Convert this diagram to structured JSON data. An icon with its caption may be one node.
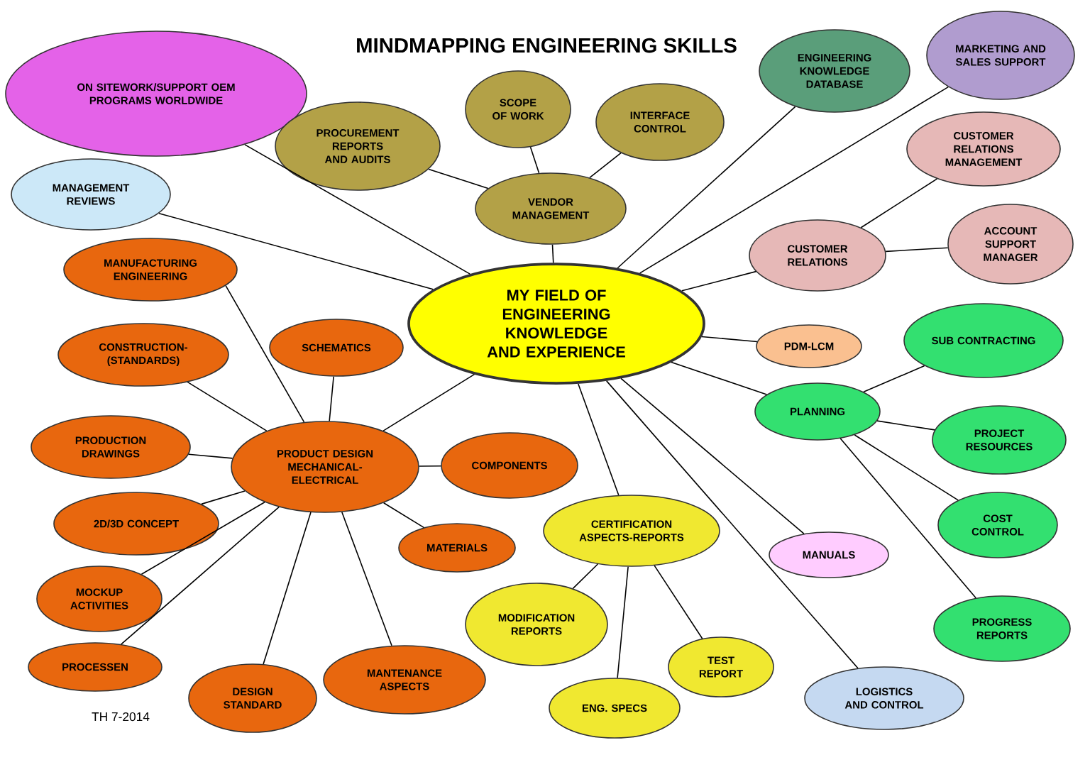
{
  "diagram": {
    "title": "MINDMAPPING ENGINEERING SKILLS",
    "nodes": [
      {
        "text": [
          "MY FIELD OF ENGINEERING KNOWLEDGE AND EXPERIENCE"
        ]
      },
      {
        "text": [
          "ON SITEWORK/SUPPORT OEM PROGRAMS WORLDWIDE"
        ]
      },
      {
        "text": [
          "MANAGEMENT REVIEWS"
        ]
      },
      {
        "text": [
          "PROCUREMENT REPORTS AND AUDITS"
        ]
      },
      {
        "text": [
          "SCOPE OF WORK"
        ]
      },
      {
        "text": [
          "INTERFACE CONTROL"
        ]
      },
      {
        "text": [
          "VENDOR MANAGEMENT"
        ]
      },
      {
        "text": [
          "ENGINEERING KNOWLEDGE DATABASE"
        ]
      },
      {
        "text": [
          "MARKETING AND SALES SUPPORT"
        ]
      },
      {
        "text": [
          "CUSTOMER RELATIONS MANAGEMENT"
        ]
      },
      {
        "text": [
          "CUSTOMER RELATIONS"
        ]
      },
      {
        "text": [
          "ACCOUNT SUPPORT MANAGER"
        ]
      },
      {
        "text": [
          "PDM-LCM"
        ]
      },
      {
        "text": [
          "SUB CONTRACTING"
        ]
      },
      {
        "text": [
          "PLANNING"
        ]
      },
      {
        "text": [
          "PROJECT RESOURCES"
        ]
      },
      {
        "text": [
          "COST CONTROL"
        ]
      },
      {
        "text": [
          "PROGRESS REPORTS"
        ]
      },
      {
        "text": [
          "MANUALS"
        ]
      },
      {
        "text": [
          "LOGISTICS AND CONTROL"
        ]
      },
      {
        "text": [
          "CERTIFICATION ASPECTS-REPORTS"
        ]
      },
      {
        "text": [
          "MODIFICATION REPORTS"
        ]
      },
      {
        "text": [
          "TEST REPORT"
        ]
      },
      {
        "text": [
          "ENG. SPECS"
        ]
      },
      {
        "text": [
          "MANUFACTURING ENGINEERING"
        ]
      },
      {
        "text": [
          "CONSTRUCTION-(STANDARDS)"
        ]
      },
      {
        "text": [
          "SCHEMATICS"
        ]
      },
      {
        "text": [
          "PRODUCTION DRAWINGS"
        ]
      },
      {
        "text": [
          "PRODUCT DESIGN MECHANICAL-ELECTRICAL"
        ]
      },
      {
        "text": [
          "COMPONENTS"
        ]
      },
      {
        "text": [
          "2D/3D CONCEPT"
        ]
      },
      {
        "text": [
          "MATERIALS"
        ]
      },
      {
        "text": [
          "MOCKUP ACTIVITIES"
        ]
      },
      {
        "text": [
          "PROCESSEN"
        ]
      },
      {
        "text": [
          "DESIGN STANDARD"
        ]
      },
      {
        "text": [
          "MANTENANCE ASPECTS"
        ]
      }
    ],
    "edges": [
      {
        "from": 0,
        "to": 1,
        "arrow": "none"
      },
      {
        "from": 0,
        "to": 2,
        "arrow": "none"
      },
      {
        "from": 0,
        "to": 6,
        "arrow": "none"
      },
      {
        "from": 6,
        "to": 3,
        "arrow": "none"
      },
      {
        "from": 6,
        "to": 4,
        "arrow": "none"
      },
      {
        "from": 6,
        "to": 5,
        "arrow": "none"
      },
      {
        "from": 0,
        "to": 7,
        "arrow": "none"
      },
      {
        "from": 0,
        "to": 8,
        "arrow": "none"
      },
      {
        "from": 0,
        "to": 10,
        "arrow": "none"
      },
      {
        "from": 10,
        "to": 9,
        "arrow": "none"
      },
      {
        "from": 10,
        "to": 11,
        "arrow": "none"
      },
      {
        "from": 0,
        "to": 12,
        "arrow": "none"
      },
      {
        "from": 0,
        "to": 14,
        "arrow": "none"
      },
      {
        "from": 14,
        "to": 13,
        "arrow": "none"
      },
      {
        "from": 14,
        "to": 15,
        "arrow": "none"
      },
      {
        "from": 14,
        "to": 16,
        "arrow": "none"
      },
      {
        "from": 14,
        "to": 17,
        "arrow": "none"
      },
      {
        "from": 0,
        "to": 18,
        "arrow": "none"
      },
      {
        "from": 0,
        "to": 19,
        "arrow": "none"
      },
      {
        "from": 0,
        "to": 20,
        "arrow": "none"
      },
      {
        "from": 20,
        "to": 21,
        "arrow": "none"
      },
      {
        "from": 20,
        "to": 22,
        "arrow": "none"
      },
      {
        "from": 20,
        "to": 23,
        "arrow": "none"
      },
      {
        "from": 0,
        "to": 28,
        "arrow": "none"
      },
      {
        "from": 28,
        "to": 24,
        "arrow": "none"
      },
      {
        "from": 28,
        "to": 25,
        "arrow": "none"
      },
      {
        "from": 28,
        "to": 26,
        "arrow": "none"
      },
      {
        "from": 28,
        "to": 27,
        "arrow": "none"
      },
      {
        "from": 28,
        "to": 29,
        "arrow": "none"
      },
      {
        "from": 28,
        "to": 30,
        "arrow": "none"
      },
      {
        "from": 28,
        "to": 31,
        "arrow": "none"
      },
      {
        "from": 28,
        "to": 32,
        "arrow": "none"
      },
      {
        "from": 28,
        "to": 33,
        "arrow": "none"
      },
      {
        "from": 28,
        "to": 34,
        "arrow": "none"
      },
      {
        "from": 28,
        "to": 35,
        "arrow": "none"
      }
    ],
    "labels": [
      "TH 7-2014"
    ]
  }
}
